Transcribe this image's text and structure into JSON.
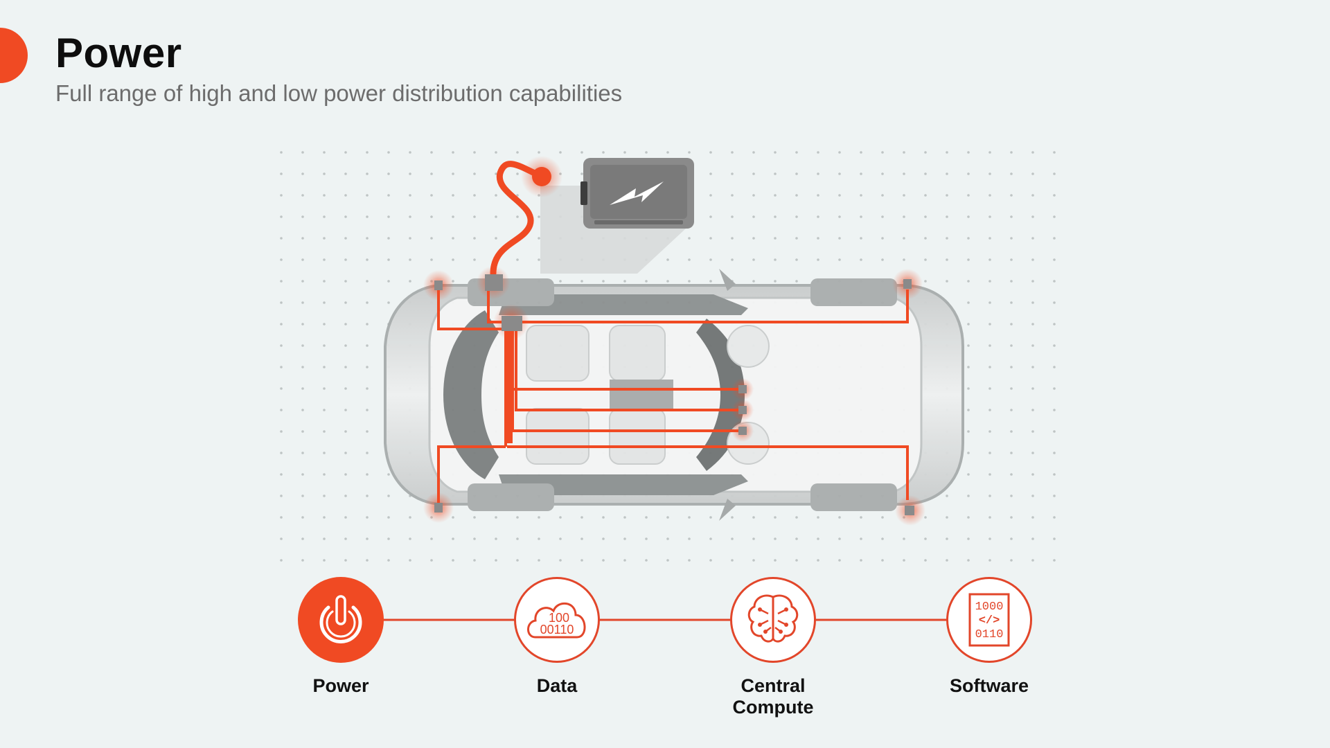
{
  "header": {
    "title": "Power",
    "subtitle": "Full range of high and low power distribution capabilities"
  },
  "colors": {
    "accent": "#f04a23",
    "background": "#eef3f3",
    "car_body": "#d9dcdc",
    "battery": "#7b7b7b"
  },
  "diagram": {
    "car_icon": "car-top-view",
    "battery_icon": "battery-icon",
    "bolt_icon": "lightning-bolt-icon"
  },
  "steps": [
    {
      "label": "Power",
      "icon": "power-icon",
      "active": true
    },
    {
      "label": "Data",
      "icon": "cloud-data-icon",
      "active": false,
      "icon_text": [
        "100",
        "00110"
      ]
    },
    {
      "label": "Central\nCompute",
      "icon": "brain-chip-icon",
      "active": false
    },
    {
      "label": "Software",
      "icon": "code-document-icon",
      "active": false,
      "icon_text": [
        "1000",
        "</>",
        "0110"
      ]
    }
  ]
}
